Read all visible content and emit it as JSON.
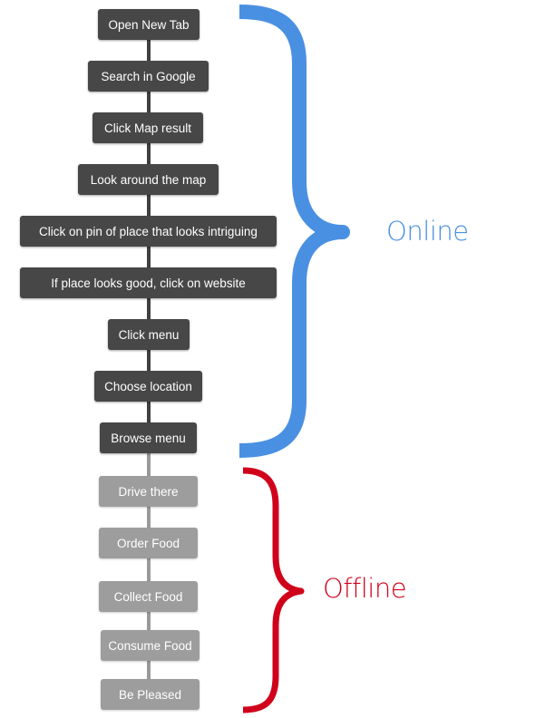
{
  "colors": {
    "online_brace": "#4a90e2",
    "offline_brace": "#d0021b",
    "online_step": "#474747",
    "offline_step": "#9d9d9d"
  },
  "phases": {
    "online": {
      "label": "Online"
    },
    "offline": {
      "label": "Offline"
    }
  },
  "steps": [
    {
      "label": "Open New Tab",
      "phase": "online"
    },
    {
      "label": "Search in Google",
      "phase": "online"
    },
    {
      "label": "Click Map result",
      "phase": "online"
    },
    {
      "label": "Look around the map",
      "phase": "online"
    },
    {
      "label": "Click on pin of place that looks intriguing",
      "phase": "online"
    },
    {
      "label": "If place looks good, click on website",
      "phase": "online"
    },
    {
      "label": "Click menu",
      "phase": "online"
    },
    {
      "label": "Choose location",
      "phase": "online"
    },
    {
      "label": "Browse menu",
      "phase": "online"
    },
    {
      "label": "Drive there",
      "phase": "offline"
    },
    {
      "label": "Order Food",
      "phase": "offline"
    },
    {
      "label": "Collect Food",
      "phase": "offline"
    },
    {
      "label": "Consume Food",
      "phase": "offline"
    },
    {
      "label": "Be Pleased",
      "phase": "offline"
    }
  ]
}
